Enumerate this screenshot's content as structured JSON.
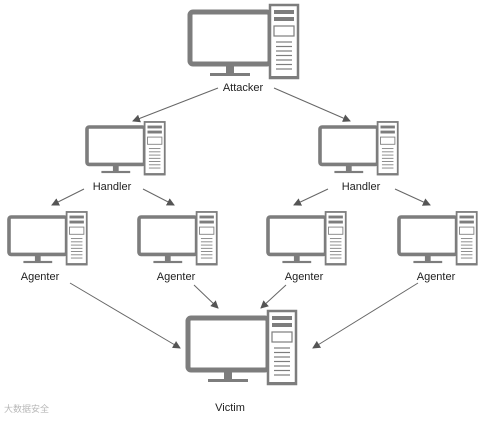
{
  "diagram": {
    "nodes": [
      {
        "id": "attacker",
        "label": "Attacker"
      },
      {
        "id": "handler-left",
        "label": "Handler"
      },
      {
        "id": "handler-right",
        "label": "Handler"
      },
      {
        "id": "agent-1",
        "label": "Agenter"
      },
      {
        "id": "agent-2",
        "label": "Agenter"
      },
      {
        "id": "agent-3",
        "label": "Agenter"
      },
      {
        "id": "agent-4",
        "label": "Agenter"
      },
      {
        "id": "victim",
        "label": "Victim"
      }
    ],
    "edges": [
      {
        "from": "attacker",
        "to": "handler-left"
      },
      {
        "from": "attacker",
        "to": "handler-right"
      },
      {
        "from": "handler-left",
        "to": "agent-1"
      },
      {
        "from": "handler-left",
        "to": "agent-2"
      },
      {
        "from": "handler-right",
        "to": "agent-3"
      },
      {
        "from": "handler-right",
        "to": "agent-4"
      },
      {
        "from": "agent-1",
        "to": "victim"
      },
      {
        "from": "agent-2",
        "to": "victim"
      },
      {
        "from": "agent-3",
        "to": "victim"
      },
      {
        "from": "agent-4",
        "to": "victim"
      }
    ],
    "line_color": "#666666",
    "icon_color": "#7d7d7d"
  },
  "watermark": {
    "text": "大数据安全"
  }
}
